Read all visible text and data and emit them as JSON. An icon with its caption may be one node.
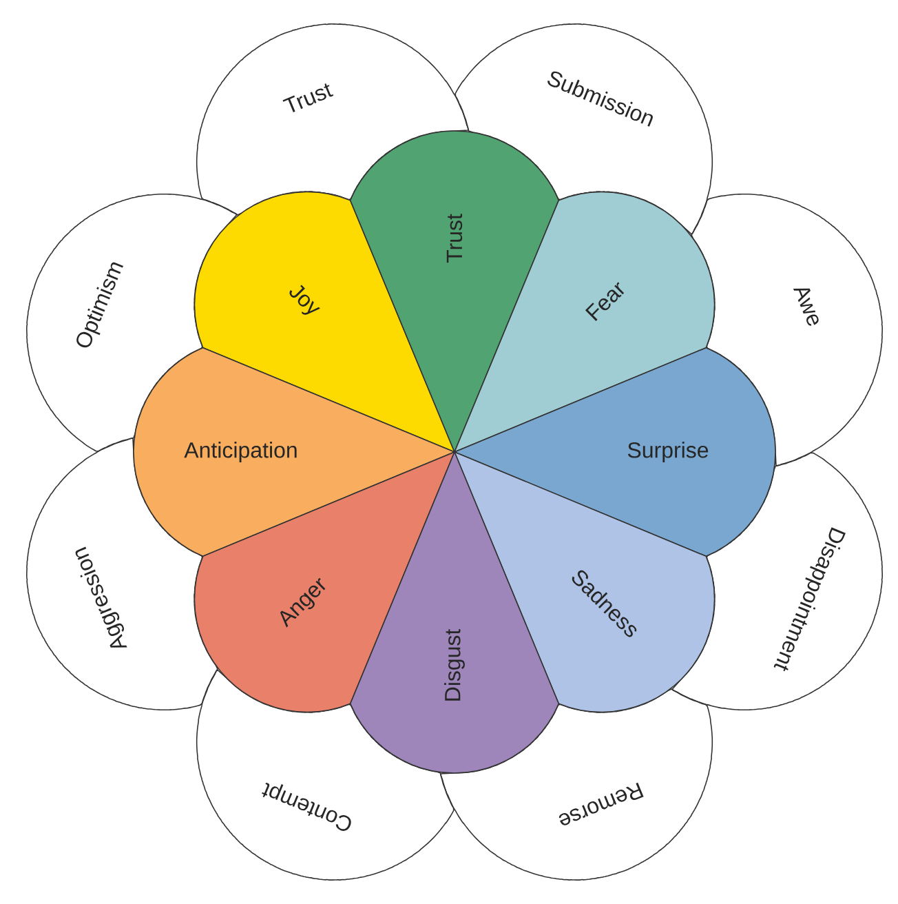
{
  "diagram": {
    "nodes": [
      {
        "text": [
          "Trust"
        ]
      },
      {
        "text": [
          "Submission"
        ]
      },
      {
        "text": [
          "Awe"
        ]
      },
      {
        "text": [
          "Disappointment"
        ]
      },
      {
        "text": [
          "Remorse"
        ]
      },
      {
        "text": [
          "Contempt"
        ]
      },
      {
        "text": [
          "Aggression"
        ]
      },
      {
        "text": [
          "Optimism"
        ]
      },
      {
        "text": [
          "Joy"
        ]
      },
      {
        "text": [
          "Trust"
        ]
      },
      {
        "text": [
          "Fear"
        ]
      },
      {
        "text": [
          "Anticipation"
        ]
      },
      {
        "text": [
          "Surprise"
        ]
      },
      {
        "text": [
          "Anger"
        ]
      },
      {
        "text": [
          "Sadness"
        ]
      },
      {
        "text": [
          "Disgust"
        ]
      }
    ]
  }
}
